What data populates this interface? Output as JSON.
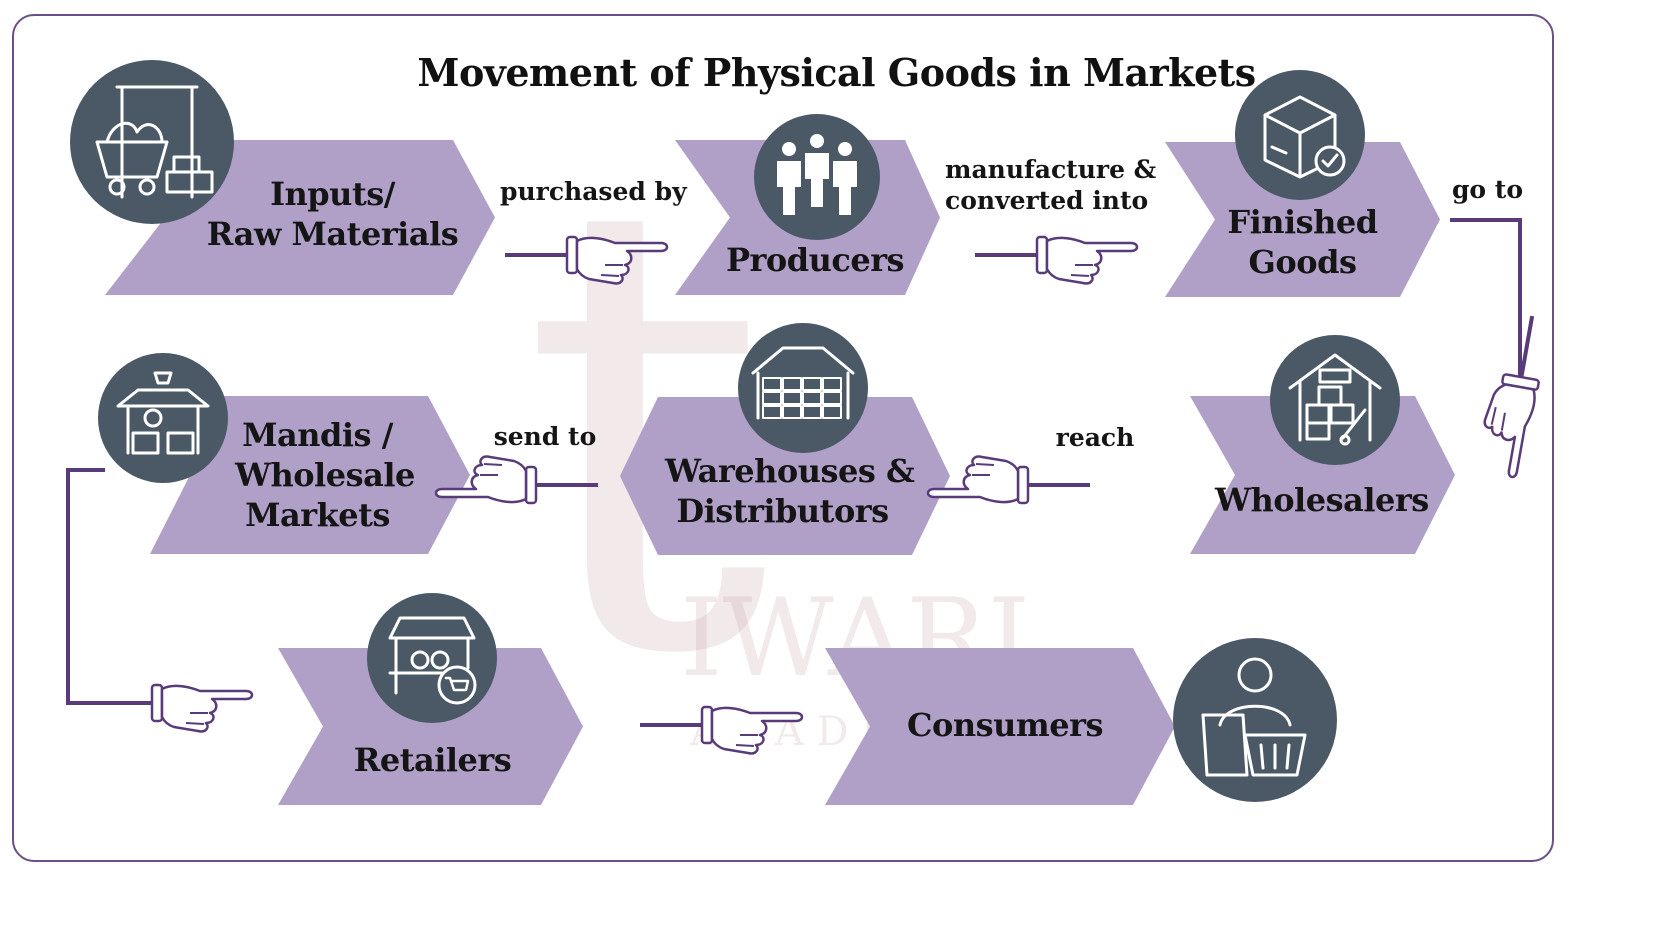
{
  "title": "Movement of Physical Goods in Markets",
  "colors": {
    "chevron": "#b0a0c8",
    "circle": "#4b5866",
    "connector": "#5a3b7a",
    "frame": "#6b4f86",
    "watermark": "#c9a0a8"
  },
  "nodes": [
    {
      "id": "inputs",
      "lines": [
        "Inputs/",
        "Raw Materials"
      ],
      "icon": "mining-cart-icon"
    },
    {
      "id": "producers",
      "lines": [
        "Producers"
      ],
      "icon": "people-group-icon"
    },
    {
      "id": "finished",
      "lines": [
        "Finished",
        "Goods"
      ],
      "icon": "package-check-icon"
    },
    {
      "id": "wholesalers",
      "lines": [
        "Wholesalers"
      ],
      "icon": "warehouse-boxes-icon"
    },
    {
      "id": "warehouses",
      "lines": [
        "Warehouses &",
        "Distributors"
      ],
      "icon": "storage-shed-icon"
    },
    {
      "id": "mandis",
      "lines": [
        "Mandis /",
        "Wholesale",
        "Markets"
      ],
      "icon": "market-stall-icon"
    },
    {
      "id": "retailers",
      "lines": [
        "Retailers"
      ],
      "icon": "shop-cart-icon"
    },
    {
      "id": "consumers",
      "lines": [
        "Consumers"
      ],
      "icon": "shopper-basket-icon"
    }
  ],
  "edges": [
    {
      "from": "inputs",
      "to": "producers",
      "lines": [
        "purchased by"
      ]
    },
    {
      "from": "producers",
      "to": "finished",
      "lines": [
        "manufacture &",
        "converted into"
      ]
    },
    {
      "from": "finished",
      "to": "wholesalers",
      "lines": [
        "go to"
      ]
    },
    {
      "from": "wholesalers",
      "to": "warehouses",
      "lines": [
        "reach"
      ]
    },
    {
      "from": "warehouses",
      "to": "mandis",
      "lines": [
        "send to"
      ]
    },
    {
      "from": "mandis",
      "to": "retailers",
      "lines": []
    },
    {
      "from": "retailers",
      "to": "consumers",
      "lines": []
    }
  ],
  "watermark": {
    "letter": "t",
    "word": "IWARI",
    "sub": "A C A D E M Y"
  }
}
